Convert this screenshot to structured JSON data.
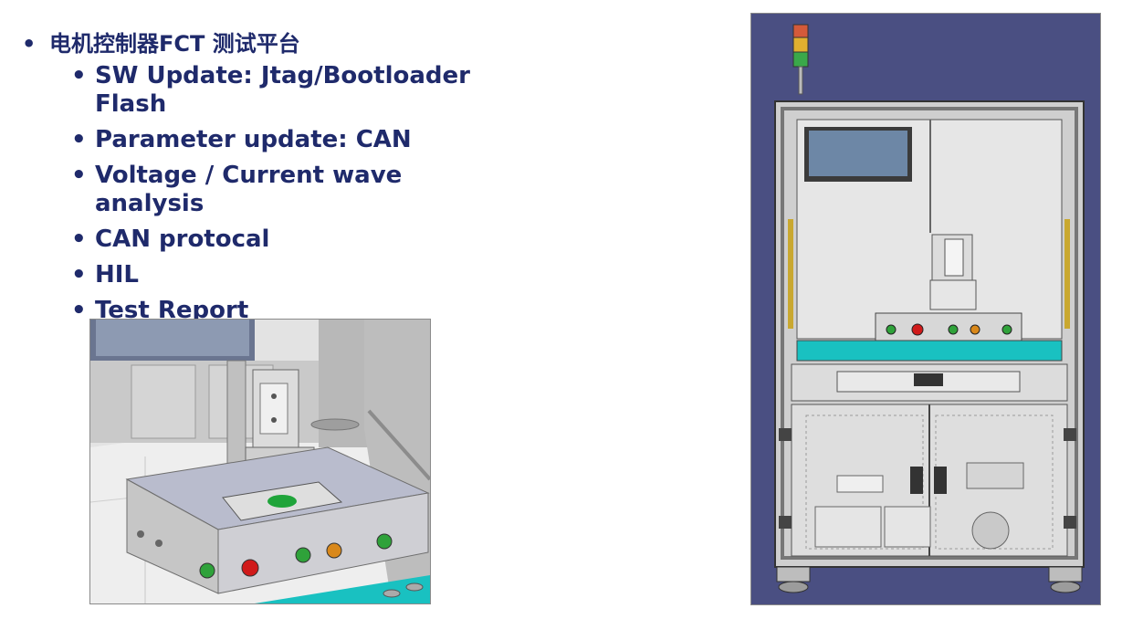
{
  "slide": {
    "heading": "电机控制器FCT 测试平台",
    "bullet_glyph": "•",
    "items": [
      "SW Update: Jtag/Bootloader Flash",
      "Parameter update: CAN",
      "Voltage / Current wave analysis",
      "CAN protocal",
      "HIL",
      "Test Report"
    ]
  },
  "colors": {
    "text": "#1f2a6b",
    "cabinet_bg": "#4a4f82",
    "tray": "#19c1c1",
    "button_red": "#d01a1a",
    "button_green": "#2fa23a",
    "button_orange": "#d9881a"
  },
  "images": {
    "fixture": "fixture-3d-render",
    "cabinet": "test-cabinet-cad-drawing"
  }
}
